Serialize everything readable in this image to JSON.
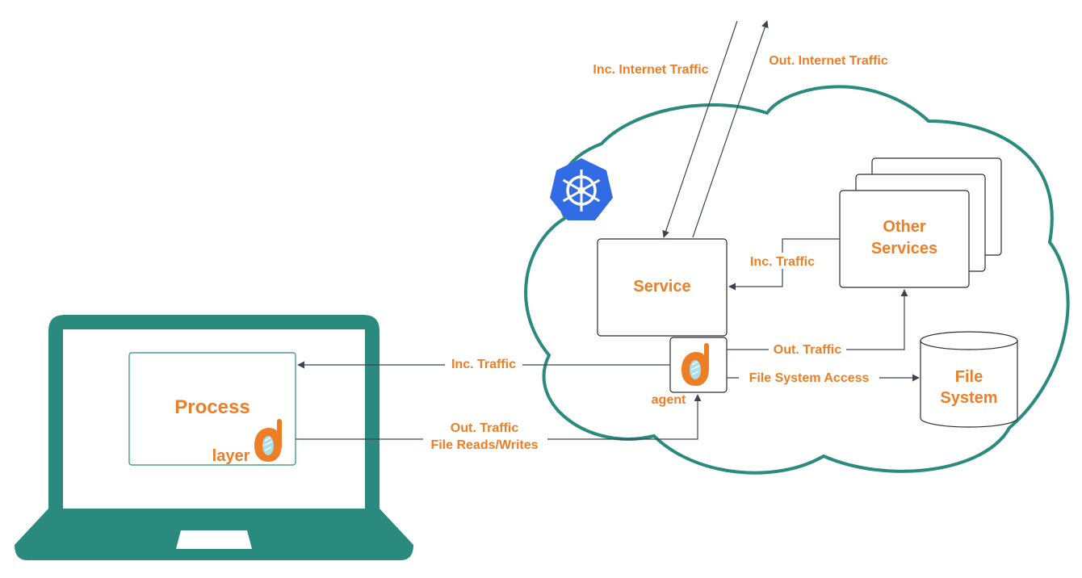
{
  "nodes": {
    "process": "Process",
    "layer": "layer",
    "service": "Service",
    "agent": "agent",
    "other_services": [
      "Other",
      "Services"
    ],
    "file_system": [
      "File",
      "System"
    ]
  },
  "edges": {
    "inc_internet": "Inc. Internet Traffic",
    "out_internet": "Out. Internet Traffic",
    "inc_traffic_other": "Inc. Traffic",
    "out_traffic_other": "Out. Traffic",
    "fs_access": "File System Access",
    "inc_traffic_laptop": "Inc. Traffic",
    "out_traffic_laptop": [
      "Out. Traffic",
      "File Reads/Writes"
    ]
  },
  "colors": {
    "accent": "#ee7e26",
    "laptop": "#2b8a7e",
    "cloud": "#2b8a7e",
    "kubernetes": "#326ce5",
    "edge": "#3d4450"
  },
  "icons": {
    "kubernetes": "kubernetes-helm-icon",
    "layer_logo": "mirrord-d-logo-icon",
    "agent_logo": "mirrord-d-logo-icon"
  }
}
